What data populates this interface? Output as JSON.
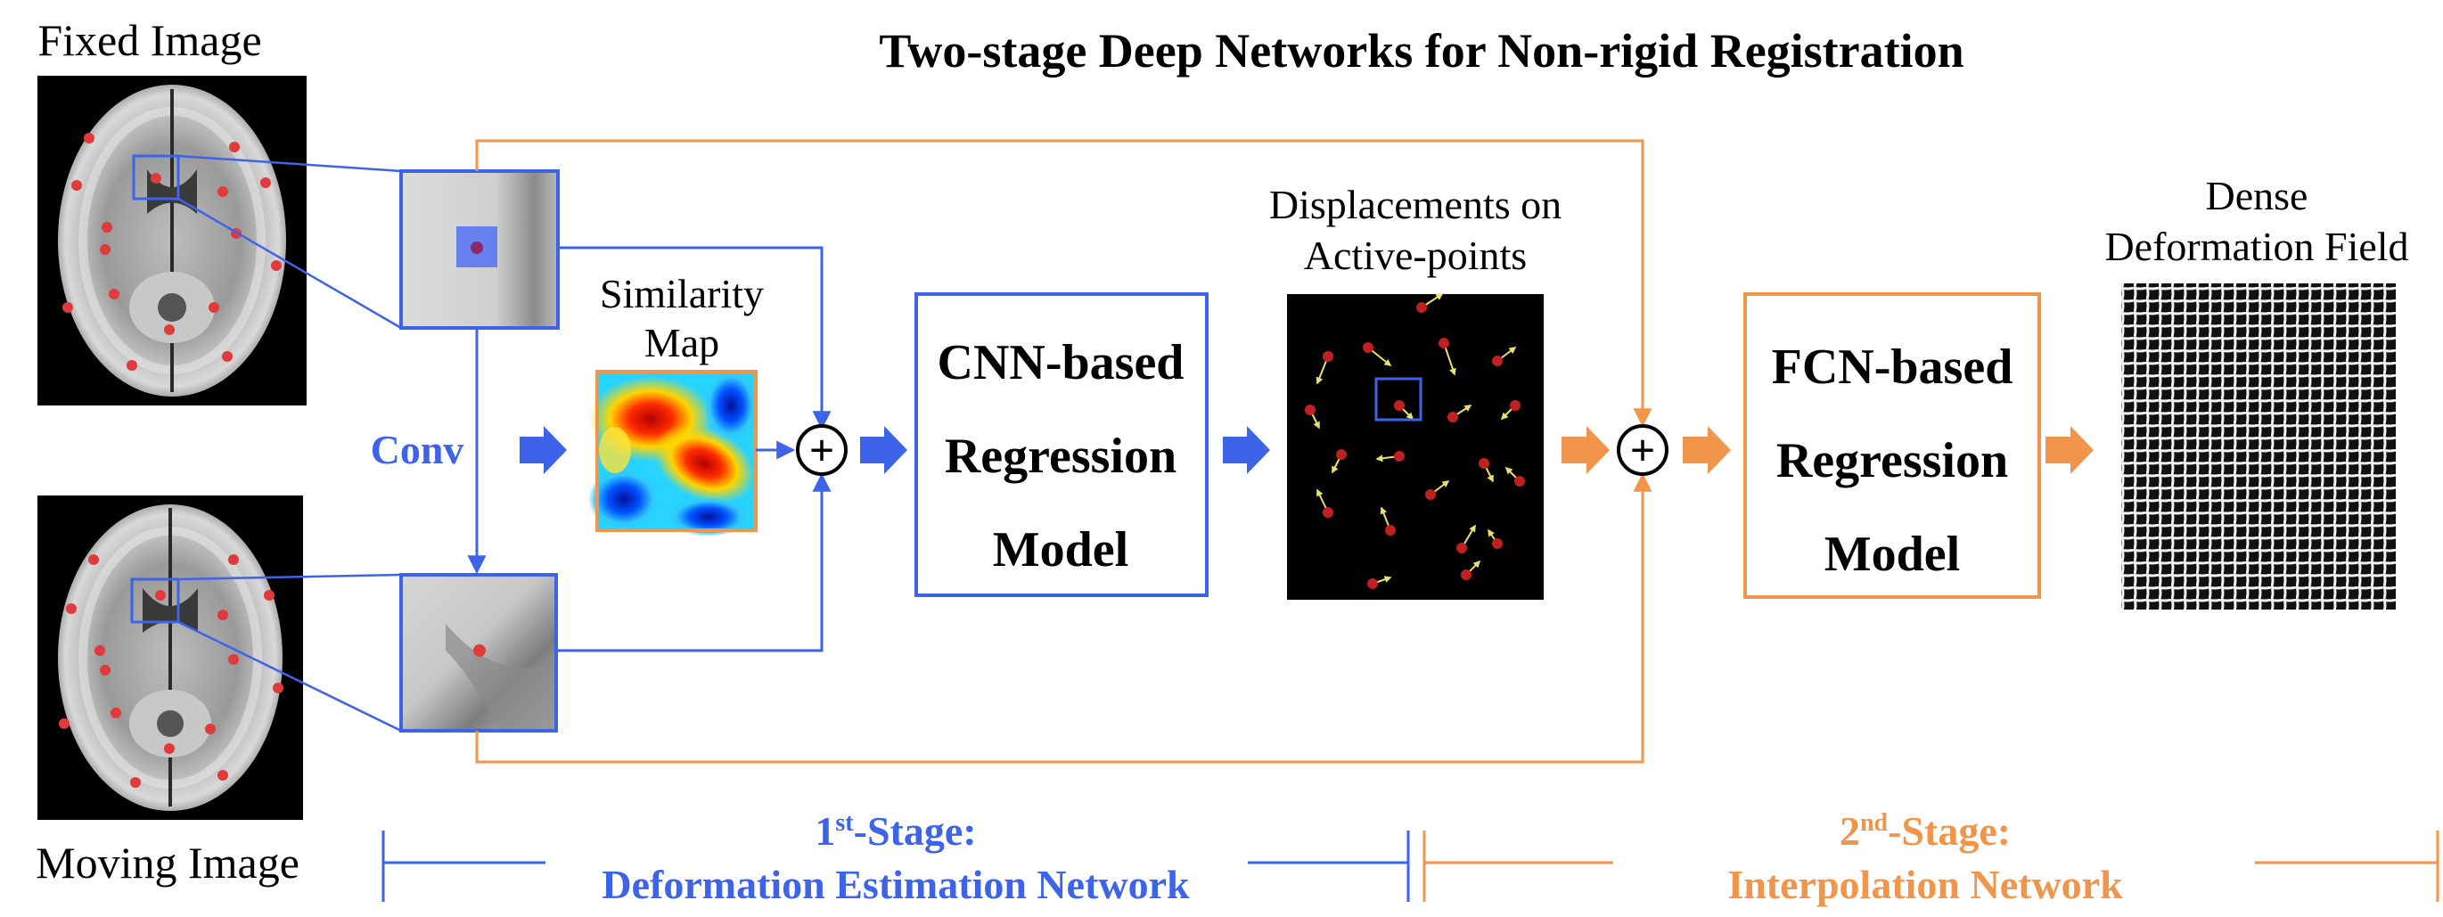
{
  "title": "Two-stage Deep Networks for Non-rigid Registration",
  "labels": {
    "fixed_image": "Fixed Image",
    "moving_image": "Moving Image",
    "conv": "Conv",
    "similarity_map_line1": "Similarity",
    "similarity_map_line2": "Map",
    "displacements_line1": "Displacements on",
    "displacements_line2": "Active-points",
    "dense_line1": "Dense",
    "dense_line2": "Deformation Field"
  },
  "boxes": {
    "cnn": [
      "CNN-based",
      "Regression",
      "Model"
    ],
    "fcn": [
      "FCN-based",
      "Regression",
      "Model"
    ]
  },
  "stages": {
    "first_sup": "st",
    "first_num": "1",
    "first_tail": "-Stage:",
    "first_name": "Deformation Estimation Network",
    "second_num": "2",
    "second_sup": "nd",
    "second_tail": "-Stage:",
    "second_name": "Interpolation Network"
  },
  "plus_symbol": "+",
  "colors": {
    "blue": "#3c63e8",
    "orange": "#f0954a",
    "red_point": "#e03a3a",
    "yellow_arrow": "#e8e070"
  }
}
